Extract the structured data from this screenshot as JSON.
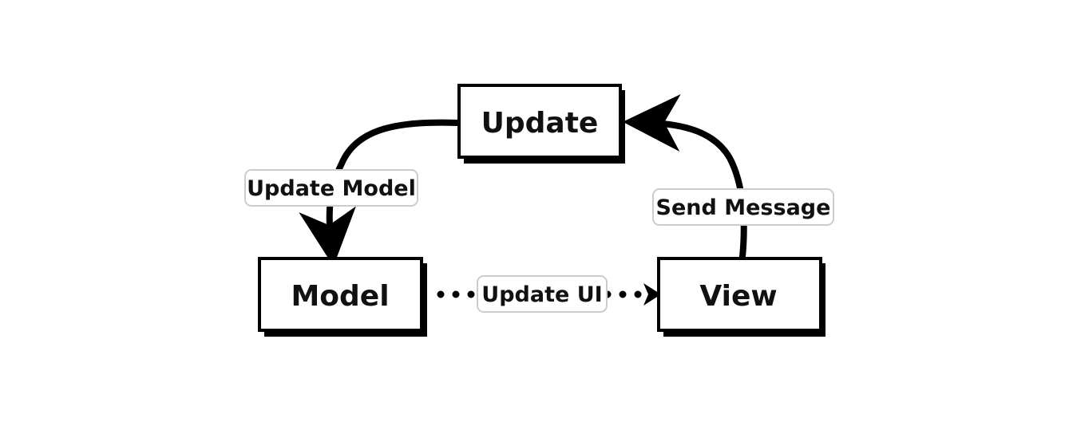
{
  "diagram": {
    "nodes": {
      "update": {
        "label": "Update"
      },
      "model": {
        "label": "Model"
      },
      "view": {
        "label": "View"
      }
    },
    "edges": {
      "update_to_model": {
        "label": "Update Model"
      },
      "view_to_update": {
        "label": "Send Message"
      },
      "model_to_view": {
        "label": "Update UI"
      }
    },
    "colors": {
      "stroke": "#000000",
      "label_border": "#cccccc",
      "background": "#ffffff"
    }
  }
}
